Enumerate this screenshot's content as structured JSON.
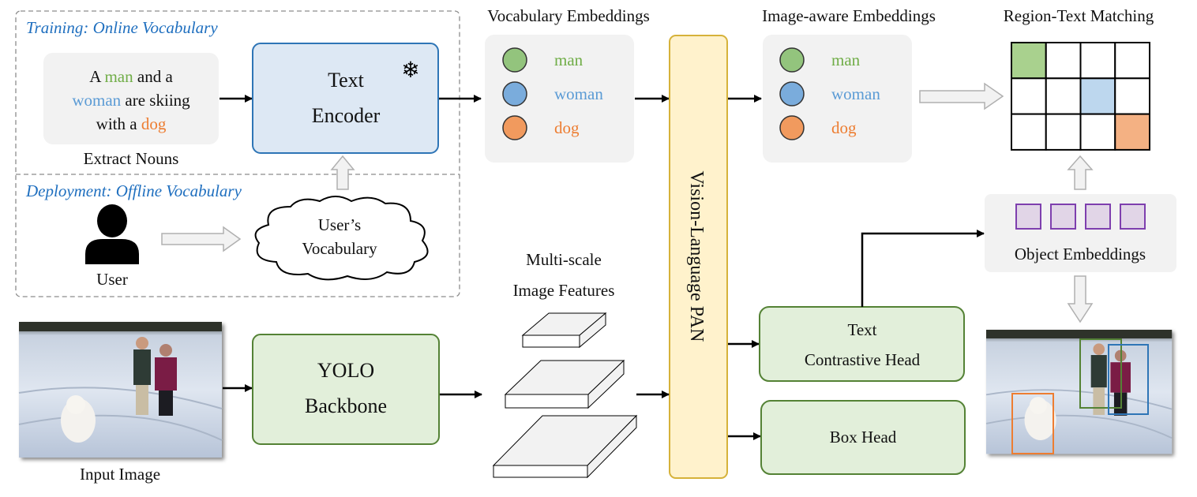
{
  "training": {
    "title": "Training: Online Vocabulary",
    "sentence": {
      "l1a": "A ",
      "l1b": "man",
      "l1c": " and a",
      "l2a": "woman",
      "l2b": " are skiing",
      "l3a": "with a ",
      "l3b": "dog"
    },
    "extract_label": "Extract Nouns",
    "text_encoder": [
      "Text",
      "Encoder"
    ],
    "frozen_icon": "snowflake-icon"
  },
  "deployment": {
    "title": "Deployment: Offline Vocabulary",
    "user_label": "User",
    "cloud": [
      "User’s",
      "Vocabulary"
    ]
  },
  "vocab_embeddings": {
    "title": "Vocabulary Embeddings",
    "items": [
      {
        "label": "man",
        "color": "#70ad47",
        "fill": "#93c47d"
      },
      {
        "label": "woman",
        "color": "#5b9bd5",
        "fill": "#7aacdc"
      },
      {
        "label": "dog",
        "color": "#ed7d31",
        "fill": "#f19a5e"
      }
    ]
  },
  "pan": {
    "label": "Vision-Language PAN",
    "fill": "#fff2cc",
    "border": "#d6b23a"
  },
  "image_aware_embeddings": {
    "title": "Image-aware Embeddings",
    "items": [
      {
        "label": "man"
      },
      {
        "label": "woman"
      },
      {
        "label": "dog"
      }
    ]
  },
  "region_text_matching": {
    "title": "Region-Text Matching",
    "rows": 3,
    "cols": 4,
    "highlights": [
      {
        "row": 0,
        "col": 0,
        "color": "#a9d18e"
      },
      {
        "row": 1,
        "col": 2,
        "color": "#bdd7ee"
      },
      {
        "row": 2,
        "col": 3,
        "color": "#f4b183"
      }
    ]
  },
  "object_embeddings": {
    "label": "Object Embeddings",
    "count": 4,
    "fill": "#e1d5e7",
    "border": "#7e3fae"
  },
  "input_image": {
    "label": "Input Image"
  },
  "backbone": [
    "YOLO",
    "Backbone"
  ],
  "features": [
    "Multi-scale",
    "Image Features"
  ],
  "text_head": [
    "Text",
    "Contrastive Head"
  ],
  "box_head": "Box Head",
  "detection_boxes": [
    {
      "object": "man",
      "color": "#548235"
    },
    {
      "object": "woman",
      "color": "#2e75b6"
    },
    {
      "object": "dog",
      "color": "#ed7d31"
    }
  ]
}
